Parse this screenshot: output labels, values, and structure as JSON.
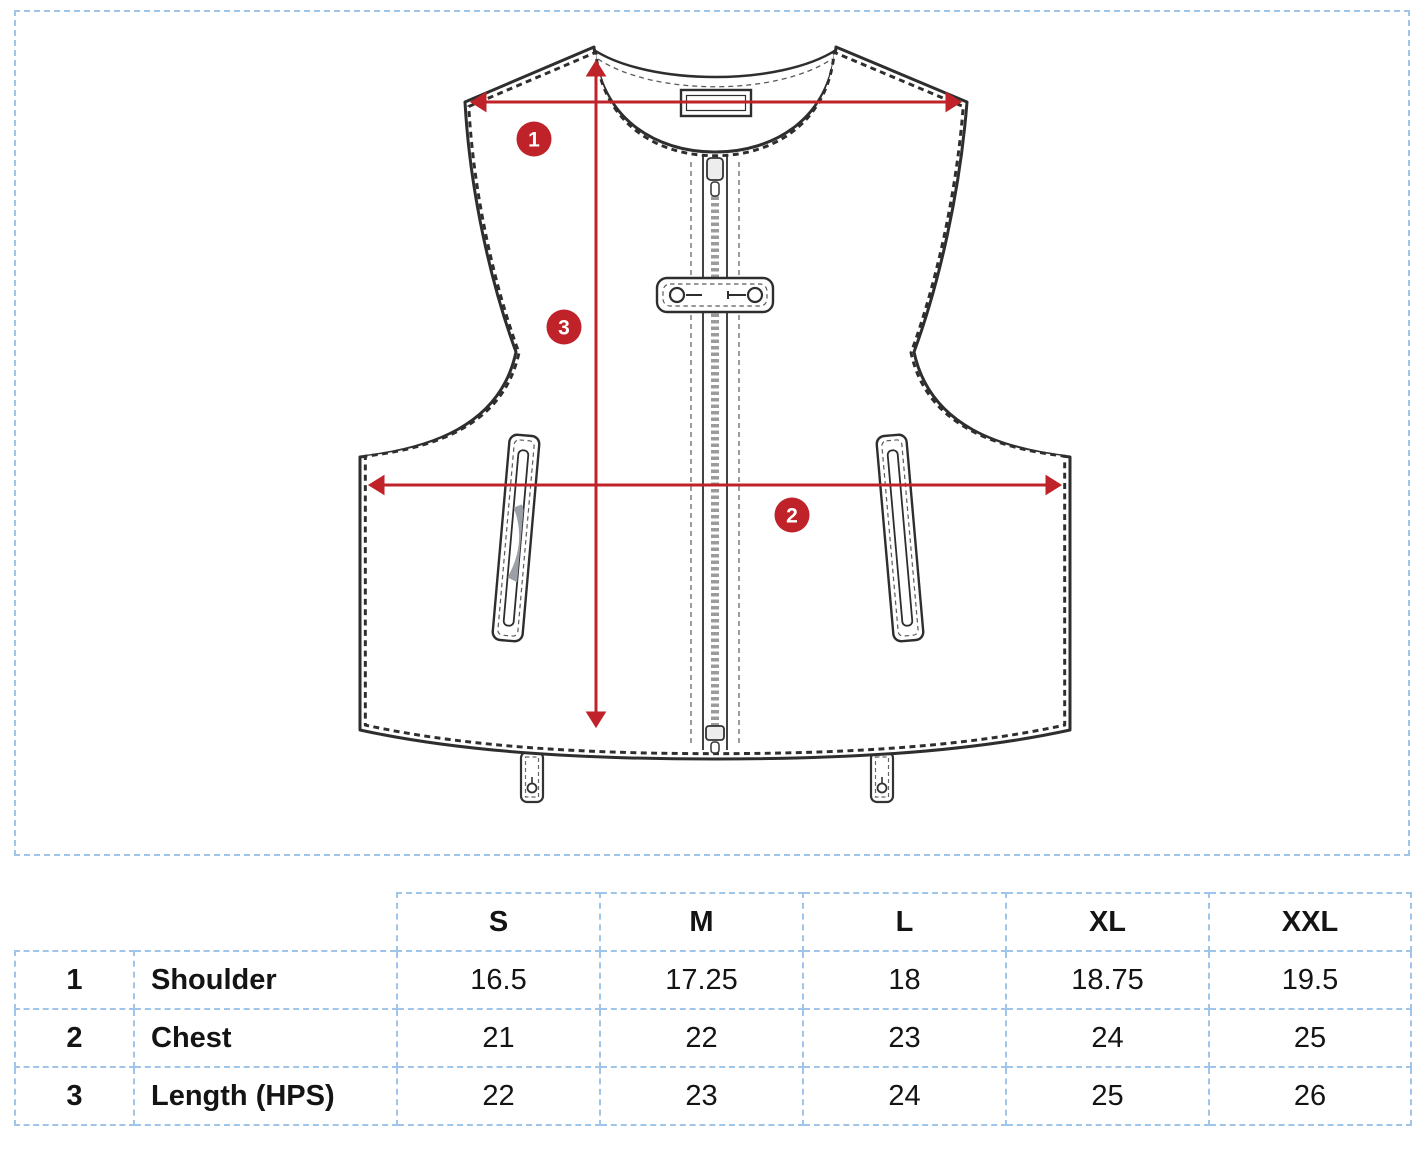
{
  "diagram": {
    "arrow_color": "#bf2228",
    "badges": [
      {
        "label": "1"
      },
      {
        "label": "2"
      },
      {
        "label": "3"
      }
    ]
  },
  "size_table": {
    "columns": [
      "S",
      "M",
      "L",
      "XL",
      "XXL"
    ],
    "rows": [
      {
        "num": "1",
        "label": "Shoulder",
        "values": [
          "16.5",
          "17.25",
          "18",
          "18.75",
          "19.5"
        ]
      },
      {
        "num": "2",
        "label": "Chest",
        "values": [
          "21",
          "22",
          "23",
          "24",
          "25"
        ]
      },
      {
        "num": "3",
        "label": "Length (HPS)",
        "values": [
          "22",
          "23",
          "24",
          "25",
          "26"
        ]
      }
    ]
  }
}
